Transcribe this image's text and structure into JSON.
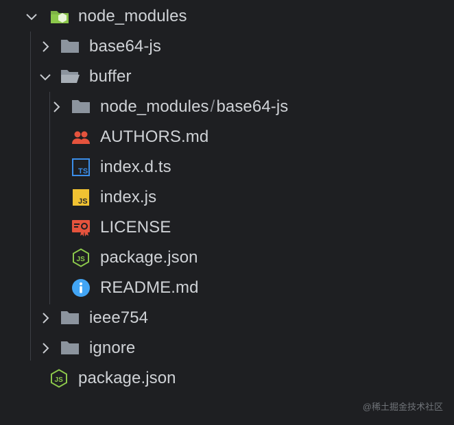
{
  "tree": {
    "node_modules": {
      "label": "node_modules",
      "icon": "folder-node-open-icon",
      "expanded": true
    },
    "base64_js": {
      "label": "base64-js",
      "icon": "folder-icon",
      "expanded": false
    },
    "buffer": {
      "label": "buffer",
      "icon": "folder-open-icon",
      "expanded": true
    },
    "buffer_node_modules": {
      "label_part1": "node_modules",
      "separator": "/",
      "label_part2": "base64-js",
      "icon": "folder-icon",
      "expanded": false
    },
    "authors": {
      "label": "AUTHORS.md",
      "icon": "people-icon",
      "icon_color": "#e5533d"
    },
    "index_d_ts": {
      "label": "index.d.ts",
      "icon": "typescript-icon",
      "icon_color": "#3b8eea"
    },
    "index_js": {
      "label": "index.js",
      "icon": "javascript-icon",
      "icon_color": "#f1c232"
    },
    "license": {
      "label": "LICENSE",
      "icon": "certificate-icon",
      "icon_color": "#e5533d"
    },
    "package_json_buffer": {
      "label": "package.json",
      "icon": "nodejs-icon",
      "icon_color": "#8cc84b"
    },
    "readme": {
      "label": "README.md",
      "icon": "info-icon",
      "icon_color": "#42a5f5"
    },
    "ieee754": {
      "label": "ieee754",
      "icon": "folder-icon",
      "expanded": false
    },
    "ignore": {
      "label": "ignore",
      "icon": "folder-icon",
      "expanded": false
    },
    "package_json_root": {
      "label": "package.json",
      "icon": "nodejs-icon",
      "icon_color": "#8cc84b"
    }
  },
  "watermark": "@稀土掘金技术社区",
  "colors": {
    "background": "#1e1f22",
    "text": "#cfd2d6",
    "folder": "#8c949e",
    "chevron": "#c8cbd0",
    "guide": "#3d4046"
  }
}
